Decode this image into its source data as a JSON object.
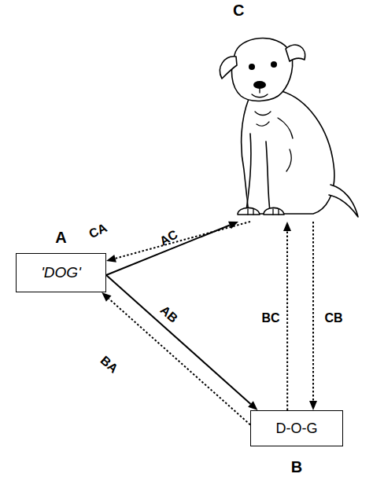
{
  "diagram": {
    "nodes": [
      {
        "text": [
          "C"
        ]
      },
      {
        "text": [
          "A",
          "'DOG'"
        ]
      },
      {
        "text": [
          "D-O-G",
          "B"
        ]
      }
    ],
    "edges": [
      {
        "from": 0,
        "to": 1,
        "arrow": "to",
        "label": "CA"
      },
      {
        "from": 1,
        "to": 0,
        "arrow": "to",
        "label": "AC"
      },
      {
        "from": 1,
        "to": 2,
        "arrow": "to",
        "label": "AB"
      },
      {
        "from": 2,
        "to": 1,
        "arrow": "to",
        "label": "BA"
      },
      {
        "from": 2,
        "to": 0,
        "arrow": "to",
        "label": "BC"
      },
      {
        "from": 0,
        "to": 2,
        "arrow": "to",
        "label": "CB"
      }
    ]
  }
}
